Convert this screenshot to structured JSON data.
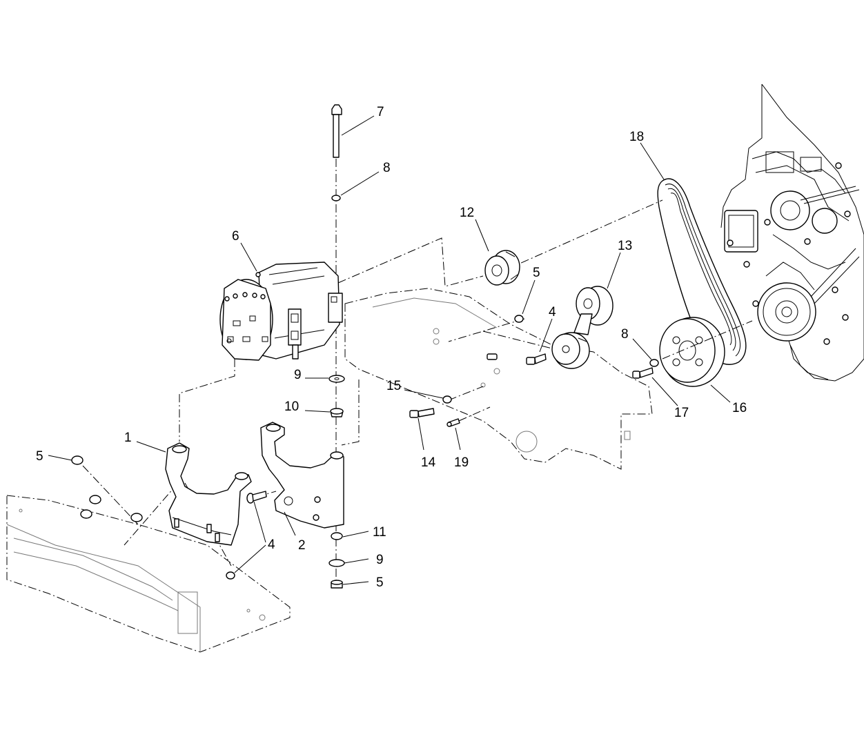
{
  "callouts": [
    {
      "id": "c1",
      "label": "1"
    },
    {
      "id": "c2",
      "label": "2"
    },
    {
      "id": "c4a",
      "label": "4"
    },
    {
      "id": "c4b",
      "label": "4"
    },
    {
      "id": "c5a",
      "label": "5"
    },
    {
      "id": "c5b",
      "label": "5"
    },
    {
      "id": "c5c",
      "label": "5"
    },
    {
      "id": "c6",
      "label": "6"
    },
    {
      "id": "c7",
      "label": "7"
    },
    {
      "id": "c8a",
      "label": "8"
    },
    {
      "id": "c8b",
      "label": "8"
    },
    {
      "id": "c9a",
      "label": "9"
    },
    {
      "id": "c9b",
      "label": "9"
    },
    {
      "id": "c10",
      "label": "10"
    },
    {
      "id": "c11",
      "label": "11"
    },
    {
      "id": "c12",
      "label": "12"
    },
    {
      "id": "c13",
      "label": "13"
    },
    {
      "id": "c14",
      "label": "14"
    },
    {
      "id": "c15",
      "label": "15"
    },
    {
      "id": "c16",
      "label": "16"
    },
    {
      "id": "c17",
      "label": "17"
    },
    {
      "id": "c18",
      "label": "18"
    },
    {
      "id": "c19",
      "label": "19"
    }
  ]
}
